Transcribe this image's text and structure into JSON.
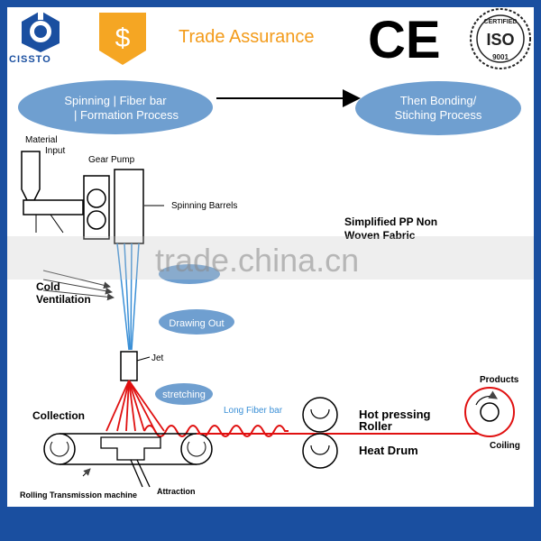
{
  "header": {
    "logo_text": "CISSTO",
    "trade_assurance": "Trade Assurance",
    "ce_mark": "CE",
    "iso_certified": "CERTIFIED",
    "iso_label": "ISO",
    "iso_number": "9001"
  },
  "diagram": {
    "spinning_process": [
      "Spinning | Fiber bar",
      "| Formation Process"
    ],
    "bonding_process": [
      "Then Bonding/",
      "Stiching Process"
    ],
    "material": "Material",
    "input": "Input",
    "gear_pump": "Gear Pump",
    "spinning_barrels": "Spinning Barrels",
    "title_line1": "Simplified PP Non",
    "title_line2": "Woven Fabric",
    "cold": "Cold",
    "ventilation": "Ventilation",
    "drawing_out": "Drawing Out",
    "jet": "Jet",
    "stretching": "stretching",
    "collection": "Collection",
    "long_fiber_bar": "Long Fiber bar",
    "hot_pressing": "Hot pressing",
    "roller": "Roller",
    "heat_drum": "Heat Drum",
    "products": "Products",
    "coiling": "Coiling",
    "rolling_machine": "Rolling Transmission machine",
    "attraction": "Attraction"
  },
  "watermark": "trade.china.cn",
  "colors": {
    "brand_blue": "#1a4fa0",
    "bubble_blue": "#6f9fd0",
    "fiber_red": "#e01010",
    "trade_orange": "#f39b1a"
  }
}
